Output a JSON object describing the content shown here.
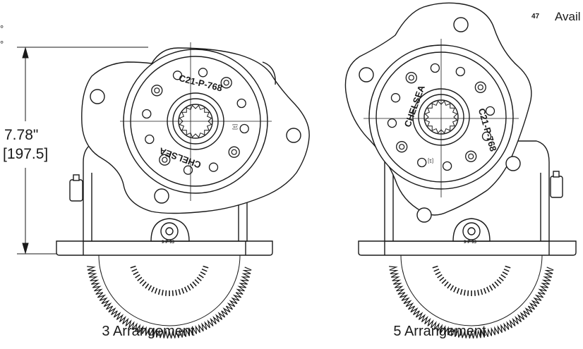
{
  "dimension": {
    "inches": "7.78\"",
    "millimeters": "[197.5]"
  },
  "footnote": {
    "number": "47",
    "text": "Avail"
  },
  "edge_marks": [
    "°",
    "°"
  ],
  "views": [
    {
      "caption": "3 Arrangement",
      "part_number": "C21-P-768",
      "brand": "CHELSEA",
      "small_label": "[1]",
      "base_label": "9-P-93"
    },
    {
      "caption": "5 Arrangement",
      "part_number": "C21-P-768",
      "brand": "CHELSEA",
      "small_label": "[1]",
      "base_label": "9-P-93"
    }
  ],
  "colors": {
    "line": "#1a1a1a",
    "background": "#ffffff",
    "part_fill": "#ffffff"
  }
}
